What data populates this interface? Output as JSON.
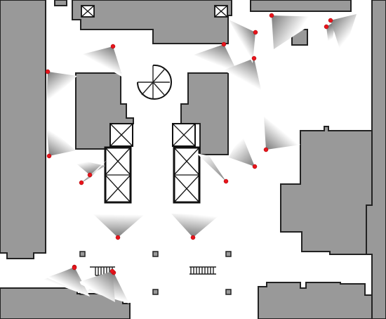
{
  "map": {
    "kind": "floor-plan",
    "colors": {
      "wall": "#999999",
      "outline": "#222222",
      "floor": "#ffffff",
      "camera": "#e8141c",
      "cone_near": "#7a7a7a",
      "cone_far": "#ffffff"
    },
    "legend": [],
    "counts": {
      "cameras": 20,
      "elevators": 2,
      "stairways": 3,
      "pillars": 6,
      "vents": 2
    },
    "icons": {
      "camera": "camera-marker-icon",
      "elevator": "elevator-icon",
      "spiral_stair": "spiral-staircase-icon",
      "straight_stair": "stairs-icon",
      "vent": "vent-icon"
    }
  }
}
